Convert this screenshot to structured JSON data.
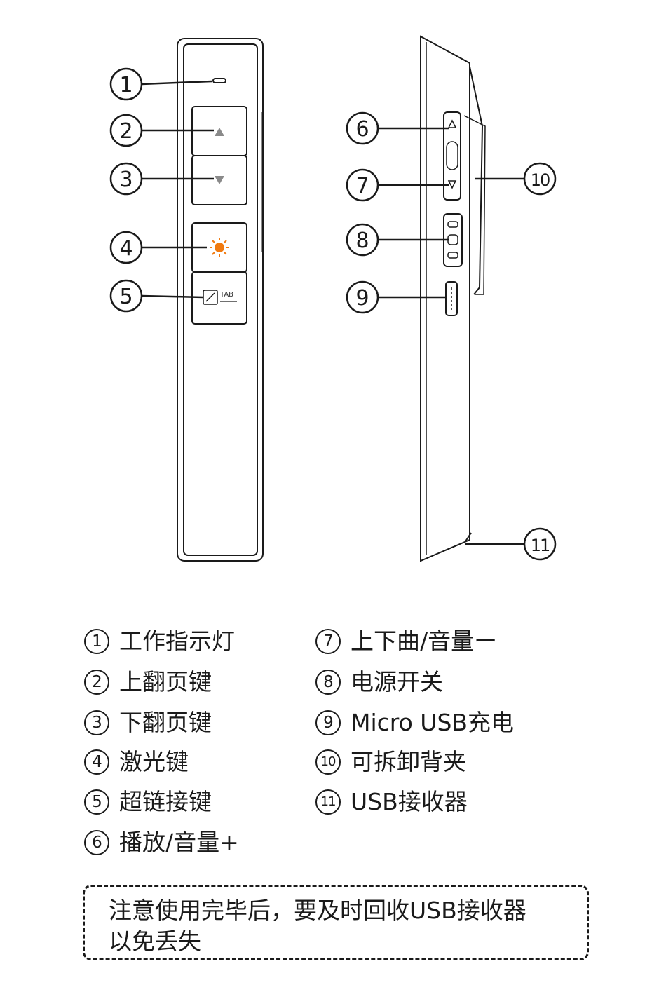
{
  "callouts": [
    "1",
    "2",
    "3",
    "4",
    "5",
    "6",
    "7",
    "8",
    "9",
    "10",
    "11"
  ],
  "tab_key_text": "TAB",
  "colors": {
    "stroke": "#1a1a1a",
    "laser": "#f07a10",
    "arrow": "#8a8a8a"
  },
  "legend": [
    {
      "num": "1",
      "label": "工作指示灯"
    },
    {
      "num": "2",
      "label": "上翻页键"
    },
    {
      "num": "3",
      "label": "下翻页键"
    },
    {
      "num": "4",
      "label": "激光键"
    },
    {
      "num": "5",
      "label": "超链接键"
    },
    {
      "num": "6",
      "label": "播放/音量+"
    },
    {
      "num": "7",
      "label": "上下曲/音量ー"
    },
    {
      "num": "8",
      "label": "电源开关"
    },
    {
      "num": "9",
      "label": "Micro USB充电"
    },
    {
      "num": "10",
      "label": "可拆卸背夹"
    },
    {
      "num": "11",
      "label": "USB接收器"
    }
  ],
  "note": {
    "line1": "注意使用完毕后，要及时回收USB接收器",
    "line2": "以免丢失"
  }
}
